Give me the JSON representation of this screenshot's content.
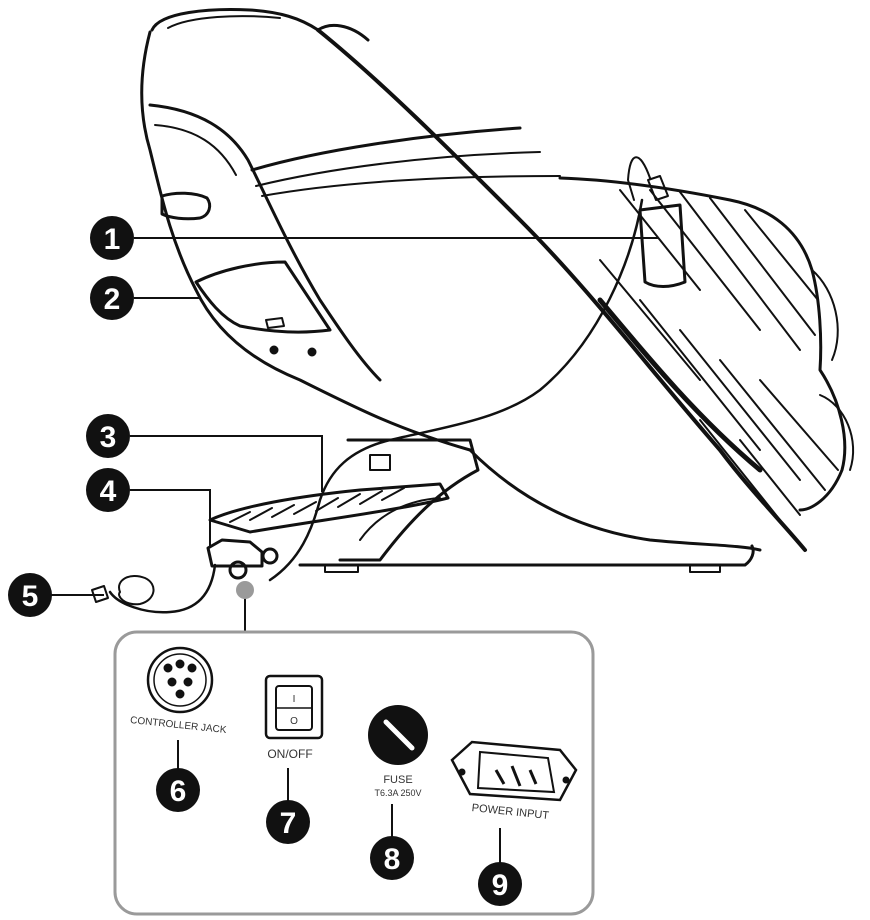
{
  "callouts": [
    {
      "id": "1",
      "label": "1"
    },
    {
      "id": "2",
      "label": "2"
    },
    {
      "id": "3",
      "label": "3"
    },
    {
      "id": "4",
      "label": "4"
    },
    {
      "id": "5",
      "label": "5"
    },
    {
      "id": "6",
      "label": "6"
    },
    {
      "id": "7",
      "label": "7"
    },
    {
      "id": "8",
      "label": "8"
    },
    {
      "id": "9",
      "label": "9"
    }
  ],
  "panel": {
    "controller_jack": "CONTROLLER JACK",
    "switch": "ON/OFF",
    "switch_mark_on": "I",
    "switch_mark_off": "O",
    "fuse": "FUSE",
    "fuse_rating": "T6.3A 250V",
    "power_input": "POWER INPUT"
  },
  "colors": {
    "line": "#111111",
    "callout_fill": "#111111",
    "panel_border": "#9a9a9a"
  }
}
